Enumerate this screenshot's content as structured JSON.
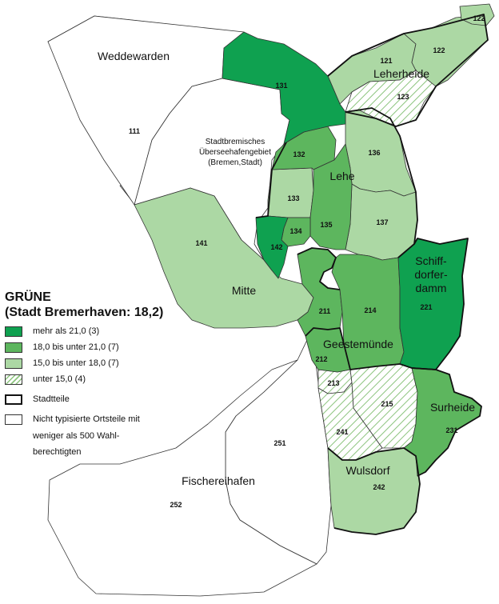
{
  "legend": {
    "title_line1": "GRÜNE",
    "title_line2": "(Stadt Bremerhaven: 18,2)",
    "classes": [
      {
        "label": "mehr als 21,0 (3)",
        "color": "#0fa150"
      },
      {
        "label": "18,0 bis unter 21,0 (7)",
        "color": "#5db65e"
      },
      {
        "label": "15,0 bis unter 18,0 (7)",
        "color": "#acd8a4"
      },
      {
        "label": "unter 15,0 (4)",
        "color": "hatch"
      }
    ],
    "stadtteile_label": "Stadtteile",
    "untyped_line1": "Nicht typisierte Ortsteile mit",
    "untyped_line2": "weniger als 500 Wahl-",
    "untyped_line3": "berechtigten"
  },
  "districts": {
    "weddewarden": "Weddewarden",
    "stadtbremisch_1": "Stadtbremisches",
    "stadtbremisch_2": "Überseehafengebiet",
    "stadtbremisch_3": "(Bremen,Stadt)",
    "leherheide": "Leherheide",
    "lehe": "Lehe",
    "schiff_1": "Schiff-",
    "schiff_2": "dorfer-",
    "schiff_3": "damm",
    "mitte": "Mitte",
    "geestemuende": "Geestemünde",
    "surheide": "Surheide",
    "wulsdorf": "Wulsdorf",
    "fischereihafen": "Fischereihafen"
  },
  "codes": {
    "c111": "111",
    "c121": "121",
    "c122a": "122",
    "c122b": "122",
    "c123": "123",
    "c131": "131",
    "c132": "132",
    "c133": "133",
    "c134": "134",
    "c135": "135",
    "c136": "136",
    "c137": "137",
    "c141": "141",
    "c142": "142",
    "c211": "211",
    "c212": "212",
    "c213": "213",
    "c214": "214",
    "c215": "215",
    "c221": "221",
    "c231": "231",
    "c241": "241",
    "c242": "242",
    "c251": "251",
    "c252": "252"
  },
  "colors": {
    "dark": "#0fa150",
    "medium": "#5db65e",
    "light": "#acd8a4",
    "hatch_line": "#8cc47e",
    "white": "#ffffff",
    "border": "#333333"
  }
}
